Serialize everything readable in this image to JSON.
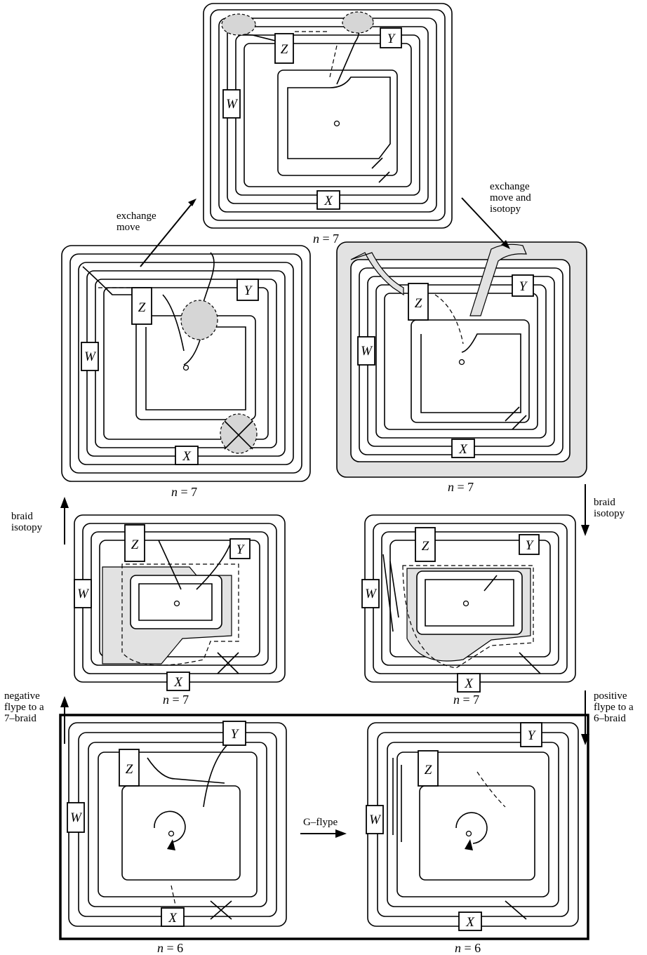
{
  "boxes": {
    "W": "W",
    "X": "X",
    "Y": "Y",
    "Z": "Z"
  },
  "n_labels": {
    "top": {
      "var": "n",
      "rest": " = 7"
    },
    "mid_left": {
      "var": "n",
      "rest": " = 7"
    },
    "mid_right": {
      "var": "n",
      "rest": " = 7"
    },
    "low_left": {
      "var": "n",
      "rest": " = 7"
    },
    "low_right": {
      "var": "n",
      "rest": " = 7"
    },
    "bottom_left": {
      "var": "n",
      "rest": " = 6"
    },
    "bottom_right": {
      "var": "n",
      "rest": " = 6"
    }
  },
  "moves": {
    "exchange_move": [
      "exchange",
      "move"
    ],
    "exchange_move_isotopy": [
      "exchange",
      "move and",
      "isotopy"
    ],
    "braid_isotopy_left": [
      "braid",
      "isotopy"
    ],
    "braid_isotopy_right": [
      "braid",
      "isotopy"
    ],
    "negative_flype": [
      "negative",
      "flype to a",
      "7–braid"
    ],
    "positive_flype": [
      "positive",
      "flype to a",
      "6–braid"
    ],
    "g_flype": "G–flype"
  }
}
